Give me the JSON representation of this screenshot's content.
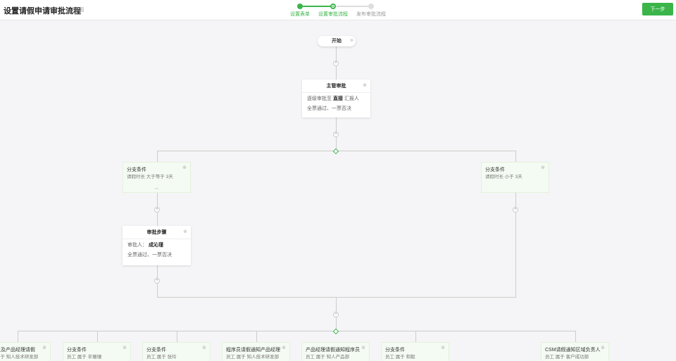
{
  "header": {
    "title": "设置请假申请审批流程",
    "back_label": "返回",
    "next_label": "下一步"
  },
  "steps": [
    {
      "label": "设置表单",
      "state": "done"
    },
    {
      "label": "设置审批流程",
      "state": "current"
    },
    {
      "label": "发布审批流程",
      "state": "todo"
    }
  ],
  "flow": {
    "start_label": "开始",
    "supervisor": {
      "title": "主管审批",
      "line1_prefix": "逐级审批至",
      "line1_bold": "直接",
      "line1_suffix": "汇报人",
      "line2": "全票通过、一票否决"
    },
    "branch_left": {
      "title": "分支条件",
      "desc": "请假时长 大于等于 3天"
    },
    "branch_right": {
      "title": "分支条件",
      "desc": "请假时长 小于 3天"
    },
    "approval_step": {
      "title": "审批步骤",
      "approver_label": "审批人：",
      "approver_name": "成沁瑾",
      "rule": "全票通过、一票否决"
    },
    "bottom_branches": [
      {
        "title": "及及产品经理请假",
        "desc": "属于 知人技术研发部"
      },
      {
        "title": "分支条件",
        "desc": "员工 属于 辛珊珊"
      },
      {
        "title": "分支条件",
        "desc": "员工 属于 张玲"
      },
      {
        "title": "程序员请假通知产品经理",
        "desc": "员工 属于 知人技术研发部"
      },
      {
        "title": "产品经理请假通知程序员",
        "desc": "员工 属于 知人产品部"
      },
      {
        "title": "分支条件",
        "desc": "员工 属于 和毅"
      },
      {
        "title": "CSM请假通知区域负责人",
        "desc": "员工 属于 客户成功部"
      }
    ]
  },
  "colors": {
    "accent": "#3bb54a"
  },
  "icons": {
    "close": "close-icon",
    "add": "plus-icon",
    "collapse": "chevron-up-icon"
  }
}
